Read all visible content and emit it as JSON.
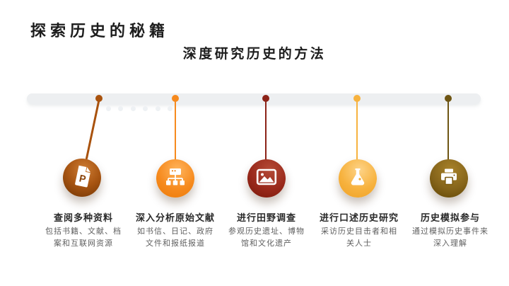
{
  "slide": {
    "title": "探索历史的秘籍",
    "subtitle": "深度研究历史的方法",
    "background_color": "#ffffff",
    "timeline_bar_color": "#edeff1",
    "title_color": "#1d1d1d"
  },
  "items": [
    {
      "heading": "查阅多种资料",
      "desc_lines": [
        "包括书籍、文献、档",
        "案和互联网资源"
      ],
      "icon": "document-p-icon",
      "icon_label": "P",
      "color": "#a9520d"
    },
    {
      "heading": "深入分析原始文献",
      "desc_lines": [
        "如书信、日记、政府",
        "文件和报纸报道"
      ],
      "icon": "sitemap-icon",
      "color": "#f68a1e"
    },
    {
      "heading": "进行田野调查",
      "desc_lines": [
        "参观历史遗址、博物",
        "馆和文化遗产"
      ],
      "icon": "image-icon",
      "color": "#8c2318"
    },
    {
      "heading": "进行口述历史研究",
      "desc_lines": [
        "采访历史目击者和相",
        "关人士"
      ],
      "icon": "flask-icon",
      "color": "#f7b23e"
    },
    {
      "heading": "历史模拟参与",
      "desc_lines": [
        "通过模拟历史事件来",
        "深入理解"
      ],
      "icon": "printer-icon",
      "color": "#6e5513"
    }
  ]
}
